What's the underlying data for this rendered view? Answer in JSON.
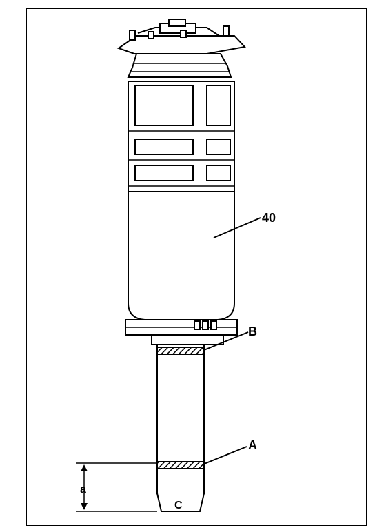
{
  "labels": {
    "part_number": "40",
    "mark_b": "B",
    "mark_a": "A",
    "dimension": "a",
    "end_mark": "C"
  }
}
